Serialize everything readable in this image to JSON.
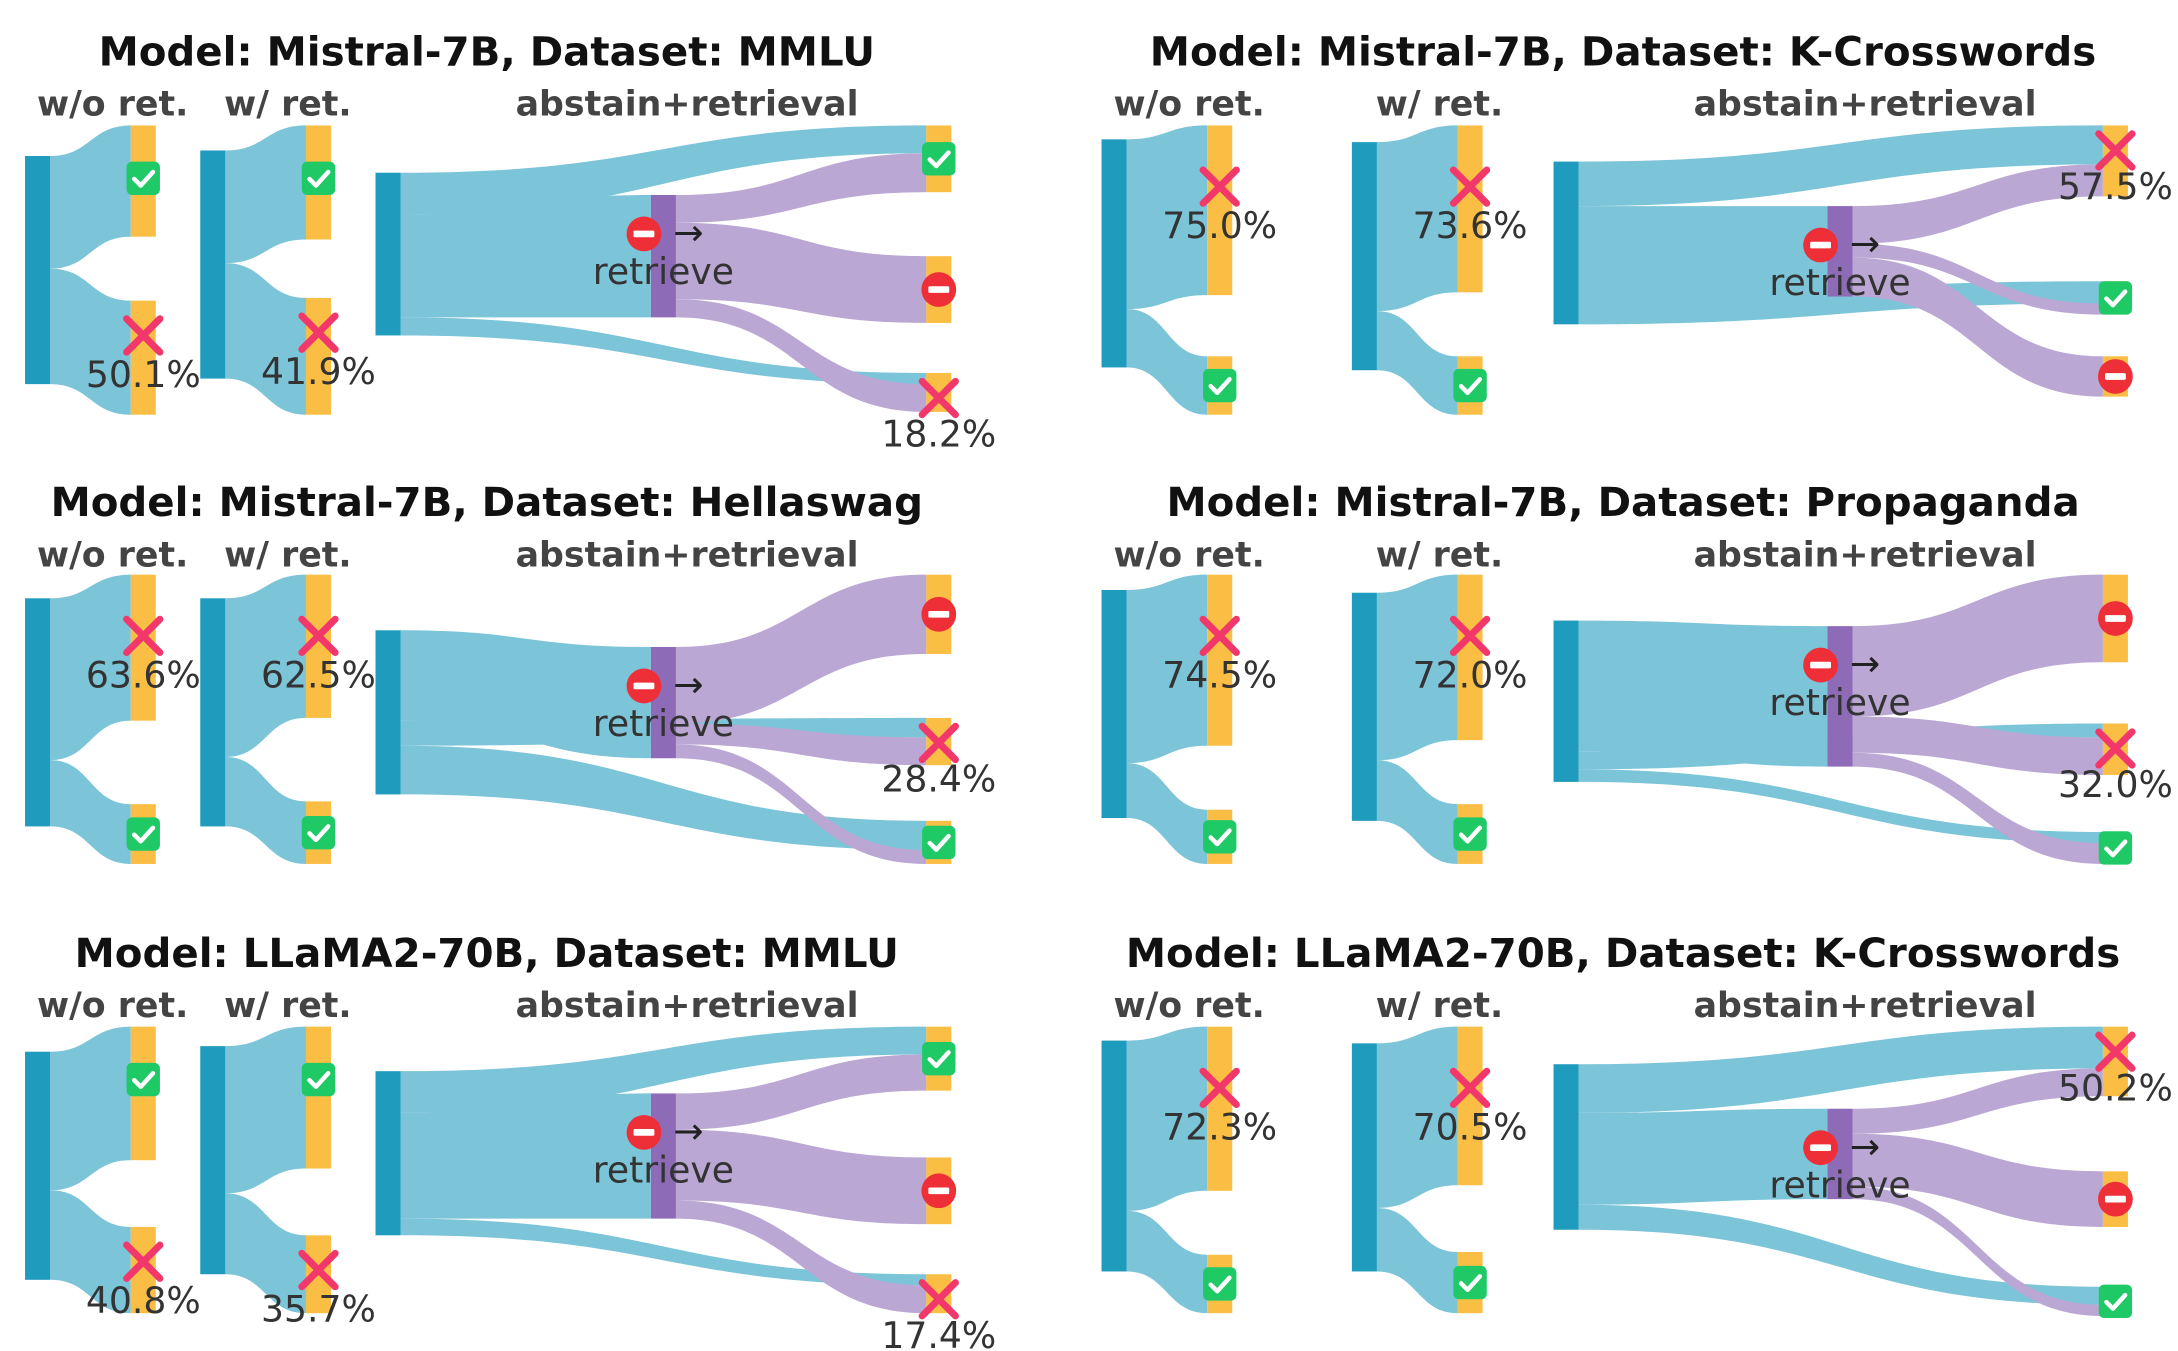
{
  "colors": {
    "source": "#1f9bbd",
    "flow_blue": "#7cc4d8",
    "flow_purple": "#bba7d4",
    "node_target": "#fbbe45",
    "node_retrieve": "#8e6bb6",
    "correct": "#1ec966",
    "wrong": "#f2386b",
    "abstain": "#ee2f37"
  },
  "icons": {
    "correct": "check-box-icon",
    "wrong": "cross-icon",
    "abstain": "no-entry-icon",
    "arrow": "right-arrow-icon"
  },
  "labels": {
    "col_wo": "w/o ret.",
    "col_w": "w/ ret.",
    "col_ar": "abstain+retrieval",
    "retrieve": "retrieve",
    "arrow": "→"
  },
  "panels": [
    {
      "title": "Model: Mistral-7B, Dataset: MMLU",
      "wo_top": "correct",
      "wo_pct": "50.1%",
      "w_top": "correct",
      "w_pct": "41.9%",
      "ar_order": [
        "correct",
        "abstain",
        "wrong"
      ],
      "ar_pct": "18.2%",
      "ar_pct_node": "wrong"
    },
    {
      "title": "Model: Mistral-7B, Dataset: K-Crosswords",
      "wo_top": "wrong",
      "wo_pct": "75.0%",
      "w_top": "wrong",
      "w_pct": "73.6%",
      "ar_order": [
        "wrong",
        "correct",
        "abstain"
      ],
      "ar_pct": "57.5%",
      "ar_pct_node": "wrong"
    },
    {
      "title": "Model: Mistral-7B, Dataset: Hellaswag",
      "wo_top": "wrong",
      "wo_pct": "63.6%",
      "w_top": "wrong",
      "w_pct": "62.5%",
      "ar_order": [
        "abstain",
        "wrong",
        "correct"
      ],
      "ar_pct": "28.4%",
      "ar_pct_node": "wrong"
    },
    {
      "title": "Model: Mistral-7B, Dataset: Propaganda",
      "wo_top": "wrong",
      "wo_pct": "74.5%",
      "w_top": "wrong",
      "w_pct": "72.0%",
      "ar_order": [
        "abstain",
        "wrong",
        "correct"
      ],
      "ar_pct": "32.0%",
      "ar_pct_node": "wrong"
    },
    {
      "title": "Model: LLaMA2-70B, Dataset: MMLU",
      "wo_top": "correct",
      "wo_pct": "40.8%",
      "w_top": "correct",
      "w_pct": "35.7%",
      "ar_order": [
        "correct",
        "abstain",
        "wrong"
      ],
      "ar_pct": "17.4%",
      "ar_pct_node": "wrong"
    },
    {
      "title": "Model: LLaMA2-70B, Dataset: K-Crosswords",
      "wo_top": "wrong",
      "wo_pct": "72.3%",
      "w_top": "wrong",
      "w_pct": "70.5%",
      "ar_order": [
        "wrong",
        "abstain",
        "correct"
      ],
      "ar_pct": "50.2%",
      "ar_pct_node": "wrong"
    }
  ]
}
